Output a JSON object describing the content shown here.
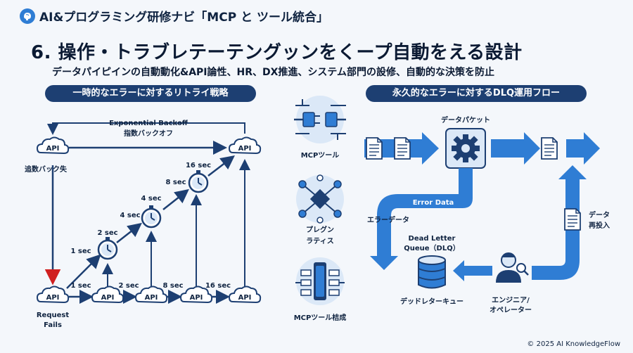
{
  "header": {
    "text": "AI&プログラミング研修ナビ「MCP と ツール統合」",
    "title": "6. 操作・トラブレテーテングッンをくープ自動をえる設計",
    "subtitle": "データパイピインの自動動化&API論性、HR、DX推進、システム部門の設修、自動的な決策を防止"
  },
  "left_section": {
    "pill": "一時的なエラーに対するリトライ戦略",
    "backoff_title": "Exponential Backoff",
    "backoff_subtitle": "指数バックオフ",
    "api_label": "API",
    "retry_label": "追数バック失",
    "request_fails_line1": "Request",
    "request_fails_line2": "Fails",
    "stair_times": [
      "1 sec",
      "2 sec",
      "4 sec",
      "8 sec",
      "16 sec"
    ],
    "bottom_times": [
      "1 sec",
      "2 sec",
      "8 sec",
      "16 sec"
    ]
  },
  "middle_section": {
    "items": [
      "MCPツール",
      "プレグン",
      "ラティス",
      "MCPツール桔成"
    ]
  },
  "right_section": {
    "pill": "永久的なエラーに対するDLQ運用フロー",
    "data_packet": "データパケット",
    "error_data": "Error Data",
    "error_label": "エラーデータ",
    "dlq_line1": "Dead Letter",
    "dlq_line2": "Queue（DLQ）",
    "dlq_queue": "デッドレターキュー",
    "engineer_line1": "エンジニア/",
    "engineer_line2": "オペレーター",
    "reinput_line1": "データ",
    "reinput_line2": "再投入"
  },
  "footer": "© 2025 AI KnowledgeFlow",
  "colors": {
    "navy": "#1d3f72",
    "accent_blue": "#2f7dd4",
    "light_blue": "#dbe8f7",
    "error_red": "#d02020"
  },
  "icons": [
    "brain-icon",
    "cloud-icon",
    "stopwatch-icon",
    "plug-icon",
    "network-icon",
    "server-icon",
    "document-icon",
    "gear-icon",
    "database-icon",
    "engineer-icon",
    "magnifier-icon"
  ]
}
